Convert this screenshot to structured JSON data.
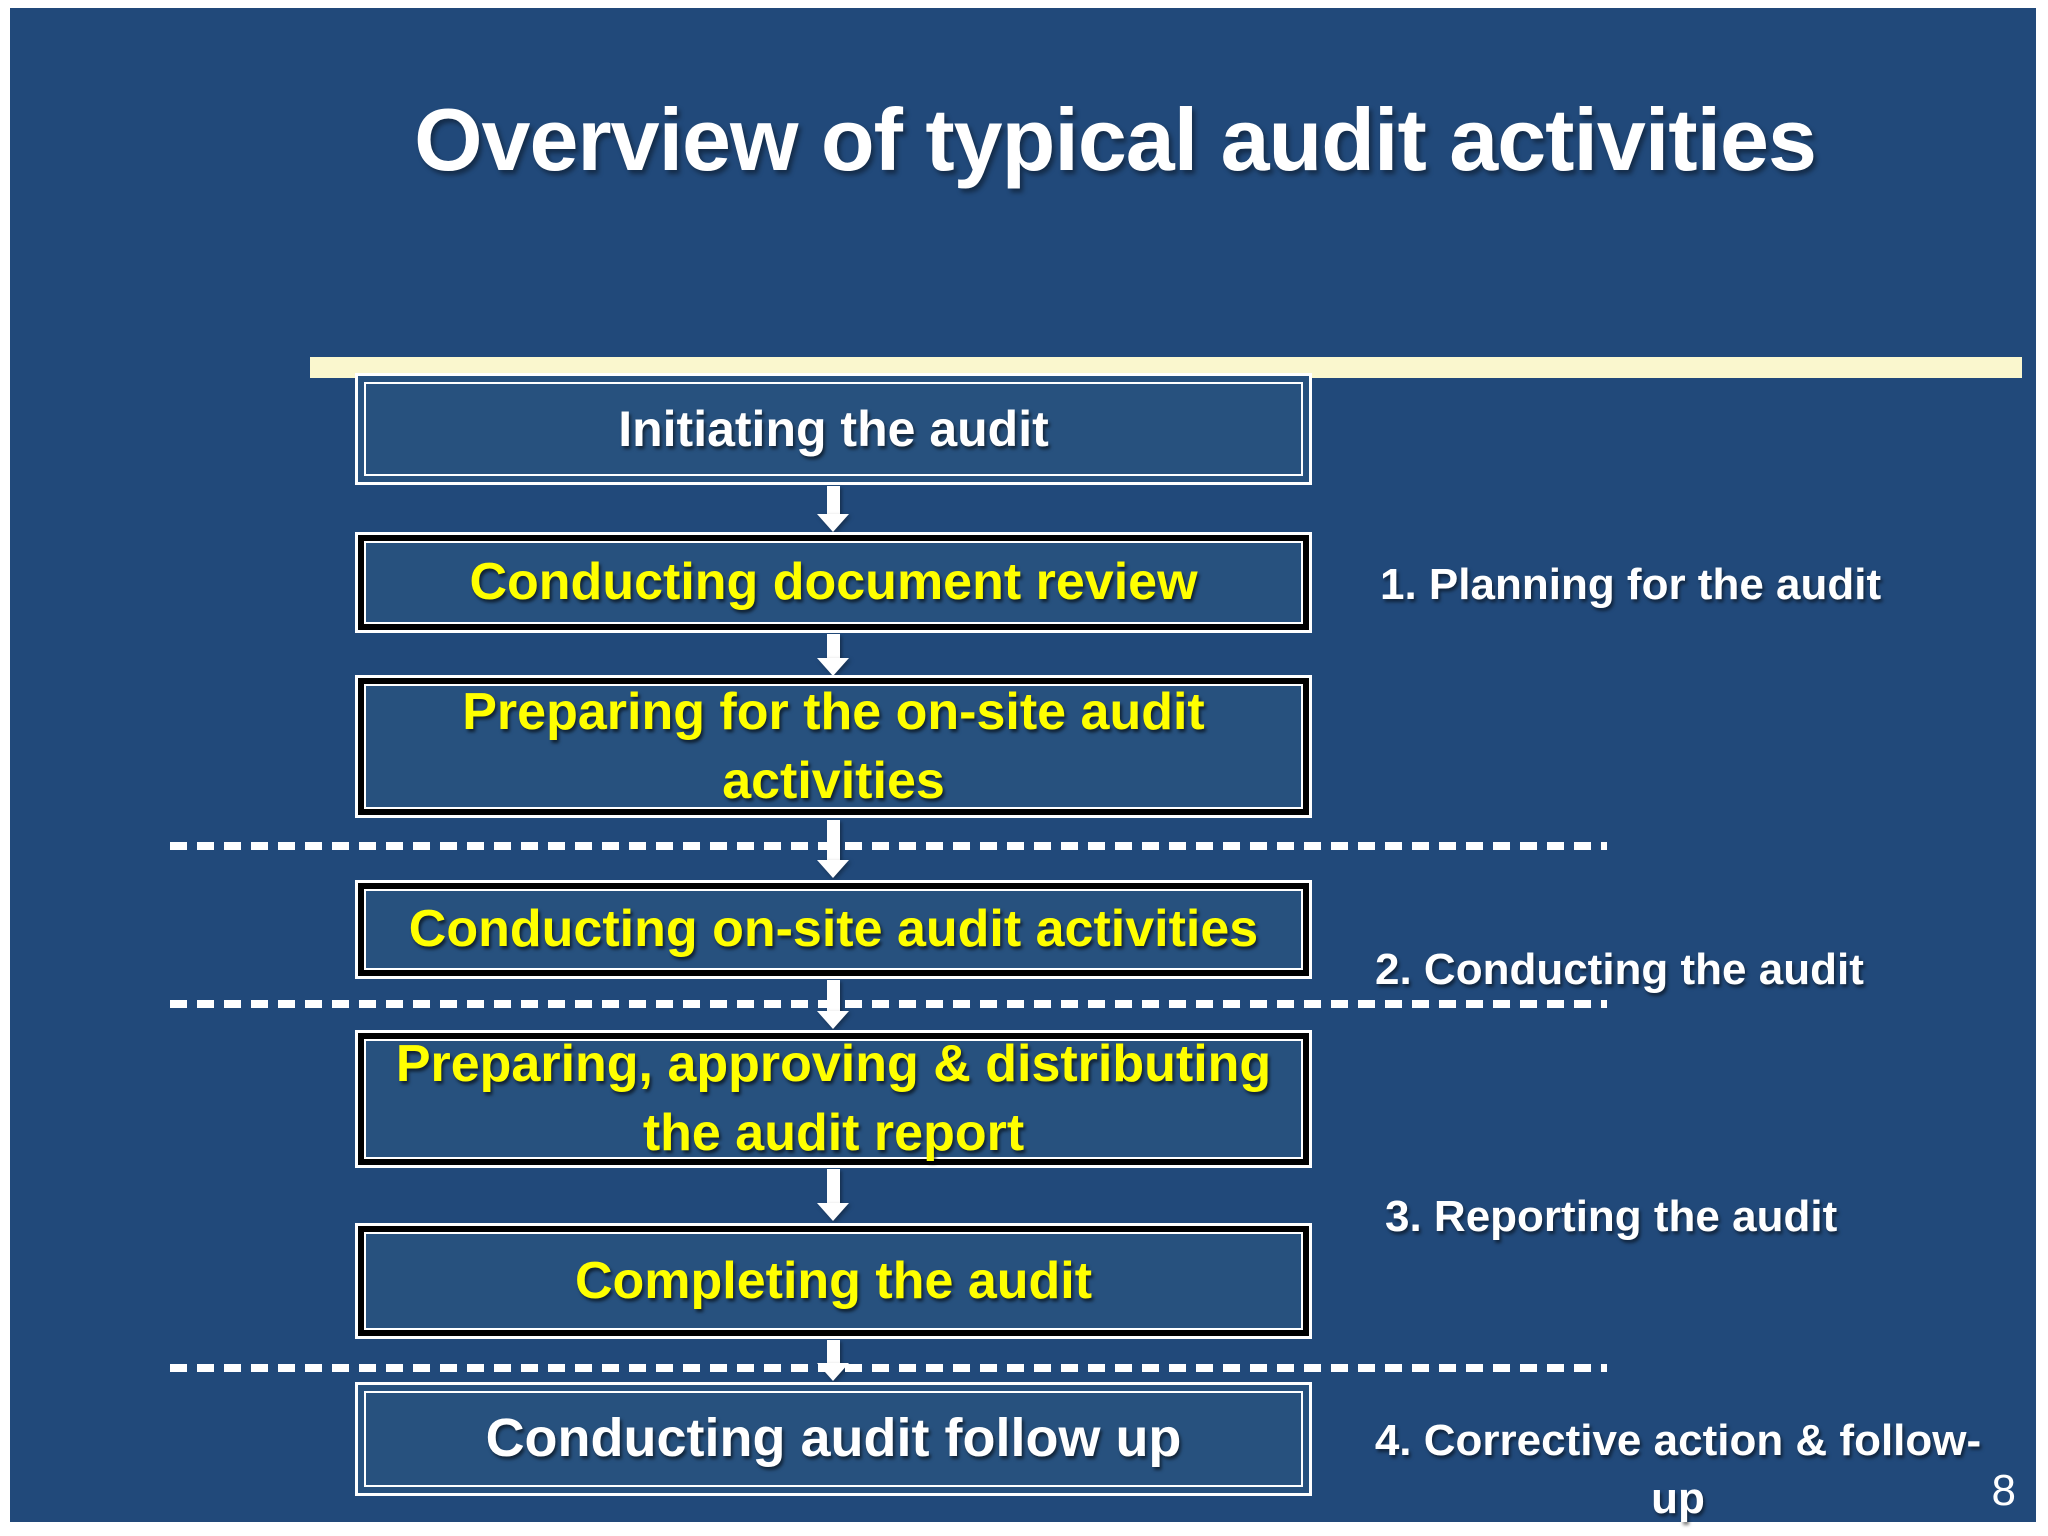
{
  "slide": {
    "title": "Overview of typical audit activities",
    "page_number": "8",
    "colors": {
      "background": "#21497A",
      "box_fill": "#27517E",
      "yellow_text": "#FFFF00",
      "white_text": "#FFFFFF",
      "title_underline_bar": "#FAF7CE",
      "box_black_border": "#000000",
      "box_white_border": "#FFFFFF"
    }
  },
  "flow": {
    "steps": [
      {
        "label": "Initiating the audit",
        "text_color": "white",
        "border": "double-white"
      },
      {
        "label": "Conducting document review",
        "text_color": "yellow",
        "border": "white-black-white"
      },
      {
        "label": "Preparing for the on-site audit activities",
        "text_color": "yellow",
        "border": "white-black-white"
      },
      {
        "label": "Conducting on-site audit activities",
        "text_color": "yellow",
        "border": "white-black-white"
      },
      {
        "label": "Preparing, approving & distributing the audit report",
        "text_color": "yellow",
        "border": "white-black-white"
      },
      {
        "label": "Completing the audit",
        "text_color": "yellow",
        "border": "white-black-white"
      },
      {
        "label": "Conducting audit follow up",
        "text_color": "white",
        "border": "double-white"
      }
    ]
  },
  "phases": [
    {
      "label": "1. Planning for the audit"
    },
    {
      "label": "2. Conducting the audit"
    },
    {
      "label": "3. Reporting the audit"
    },
    {
      "label": "4. Corrective action & follow-up"
    }
  ]
}
